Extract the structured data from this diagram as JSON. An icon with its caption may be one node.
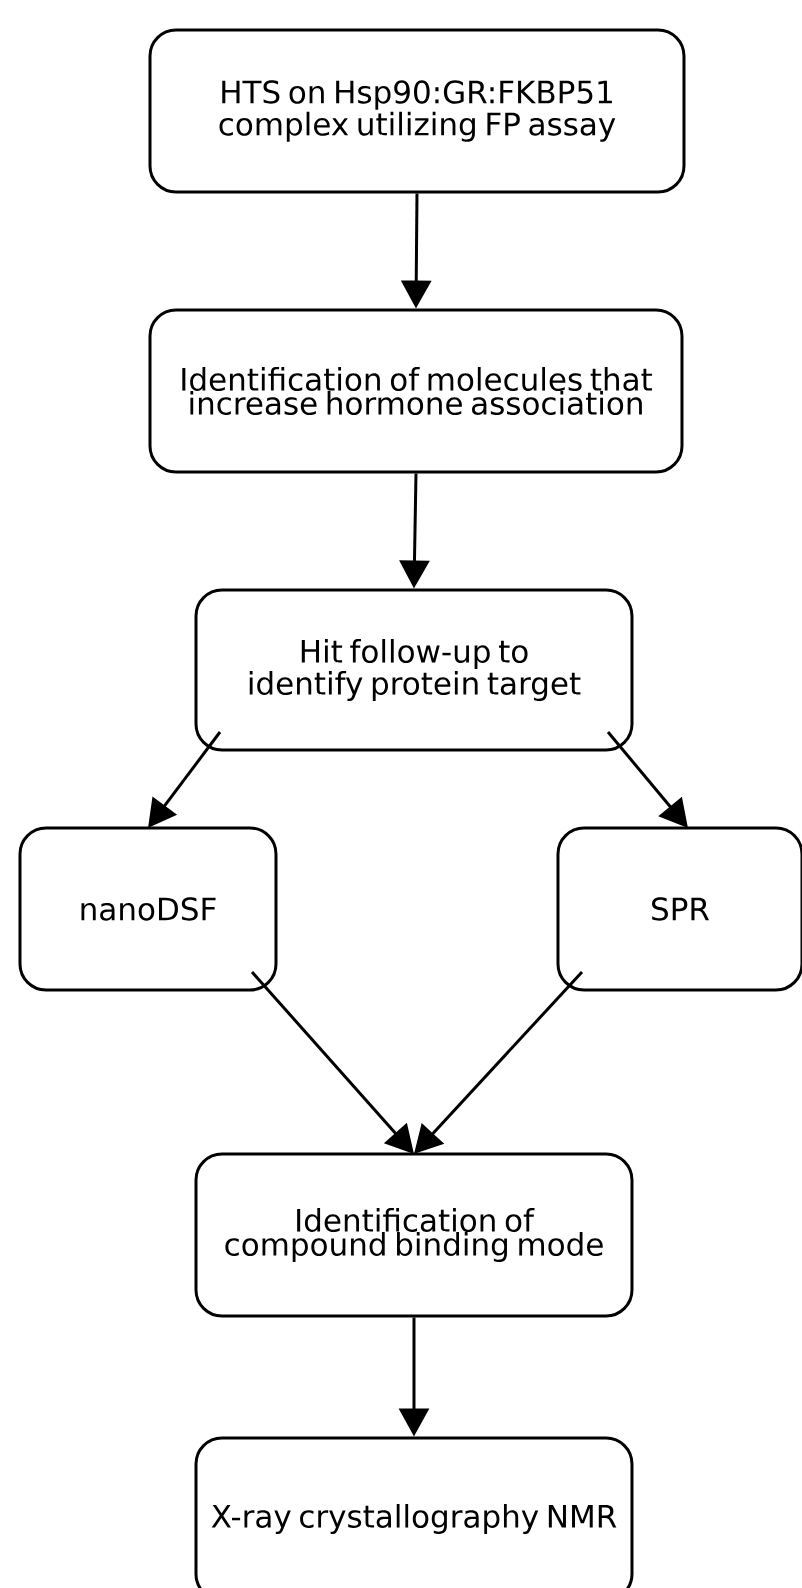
{
  "diagram": {
    "nodes": [
      {
        "text": [
          "HTS on Hsp90:GR:FKBP51 complex utilizing FP assay"
        ]
      },
      {
        "text": [
          "Identification of molecules that increase hormone association"
        ]
      },
      {
        "text": [
          "Hit follow-up to identify protein target"
        ]
      },
      {
        "text": [
          "nanoDSF"
        ]
      },
      {
        "text": [
          "SPR"
        ]
      },
      {
        "text": [
          "Identification of compound binding mode"
        ]
      },
      {
        "text": [
          "X-ray crystallography NMR"
        ]
      }
    ],
    "edges": [
      {
        "from": 0,
        "to": 1,
        "arrow": "to"
      },
      {
        "from": 1,
        "to": 2,
        "arrow": "to"
      },
      {
        "from": 2,
        "to": 3,
        "arrow": "to"
      },
      {
        "from": 2,
        "to": 4,
        "arrow": "to"
      },
      {
        "from": 3,
        "to": 5,
        "arrow": "to"
      },
      {
        "from": 4,
        "to": 5,
        "arrow": "to"
      },
      {
        "from": 5,
        "to": 6,
        "arrow": "to"
      }
    ]
  }
}
